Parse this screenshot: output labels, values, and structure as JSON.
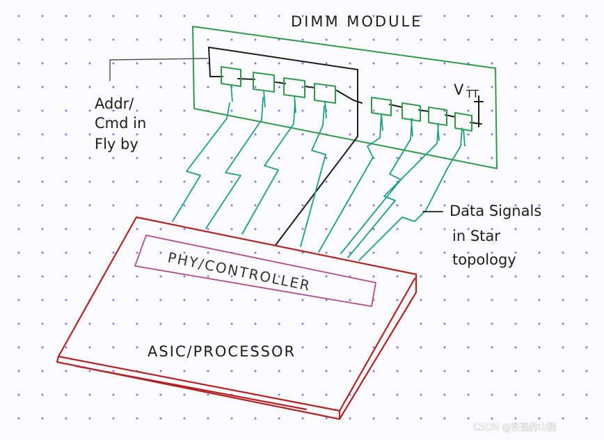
{
  "diagram": {
    "module_title": "DIMM MODULE",
    "addr_label_lines": [
      "Addr/",
      "Cmd in",
      "Fly by"
    ],
    "data_label_lines": [
      "Data Signals",
      "in Star",
      "topology"
    ],
    "vtt_label": "V",
    "vtt_subscript": "TT",
    "phy_label": "PHY/CONTROLLER",
    "asic_label": "ASIC/PROCESSOR",
    "memory_chip_count": 8,
    "colors": {
      "dimm_board": "#2e9b4a",
      "data_traces": "#1a9e86",
      "addr_bus": "#1a1a1a",
      "phy_block": "#b04a8f",
      "asic_outline": "#b22222"
    }
  },
  "watermark": "CSDN @坚强的山猫"
}
